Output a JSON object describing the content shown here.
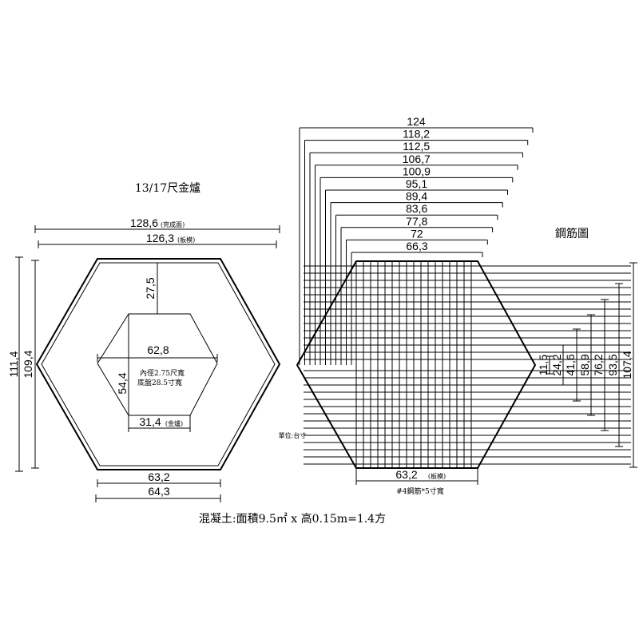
{
  "left_drawing": {
    "title": "13/17尺金爐",
    "top_dims": [
      {
        "value": "128,6",
        "note": "(完成面)"
      },
      {
        "value": "126,3",
        "note": "(板模)"
      }
    ],
    "left_dims": [
      "111,4",
      "109,4"
    ],
    "inner_height": "27,5",
    "inner_width": "62,8",
    "inner_side": "54,4",
    "inner_notes": [
      "內徑2.75尺寬",
      "底盤28.5寸寬"
    ],
    "inner_bottom": {
      "value": "31,4",
      "note": "(金爐)"
    },
    "bottom_dims": [
      "63,2",
      "64,3"
    ]
  },
  "right_drawing": {
    "title": "鋼筋圖",
    "top_dims": [
      "124",
      "118,2",
      "112,5",
      "106,7",
      "100,9",
      "95,1",
      "89,4",
      "83,6",
      "77,8",
      "72",
      "66,3"
    ],
    "right_dims": [
      "11,5",
      "24,2",
      "41,6",
      "58,9",
      "76,2",
      "93,5",
      "107,4"
    ],
    "bottom_dim": {
      "value": "63,2",
      "note": "(板模)"
    },
    "rebar_note": "#4鋼筋*5寸寬"
  },
  "unit_note": "單位:台寸",
  "footer": "混凝土:面積9.5㎡ x 高0.15m=1.4方"
}
